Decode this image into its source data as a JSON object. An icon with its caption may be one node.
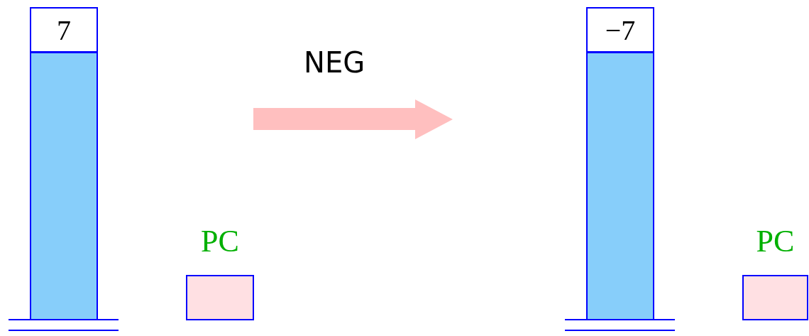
{
  "diagram": {
    "nodes": [
      {
        "text": [
          "7"
        ]
      },
      {
        "text": [],
        "shape": "box"
      },
      {
        "text": [
          "PC"
        ]
      },
      {
        "text": [
          "−7"
        ]
      },
      {
        "text": [],
        "shape": "box"
      },
      {
        "text": [
          "PC"
        ]
      }
    ],
    "labels": [
      "NEG"
    ]
  }
}
